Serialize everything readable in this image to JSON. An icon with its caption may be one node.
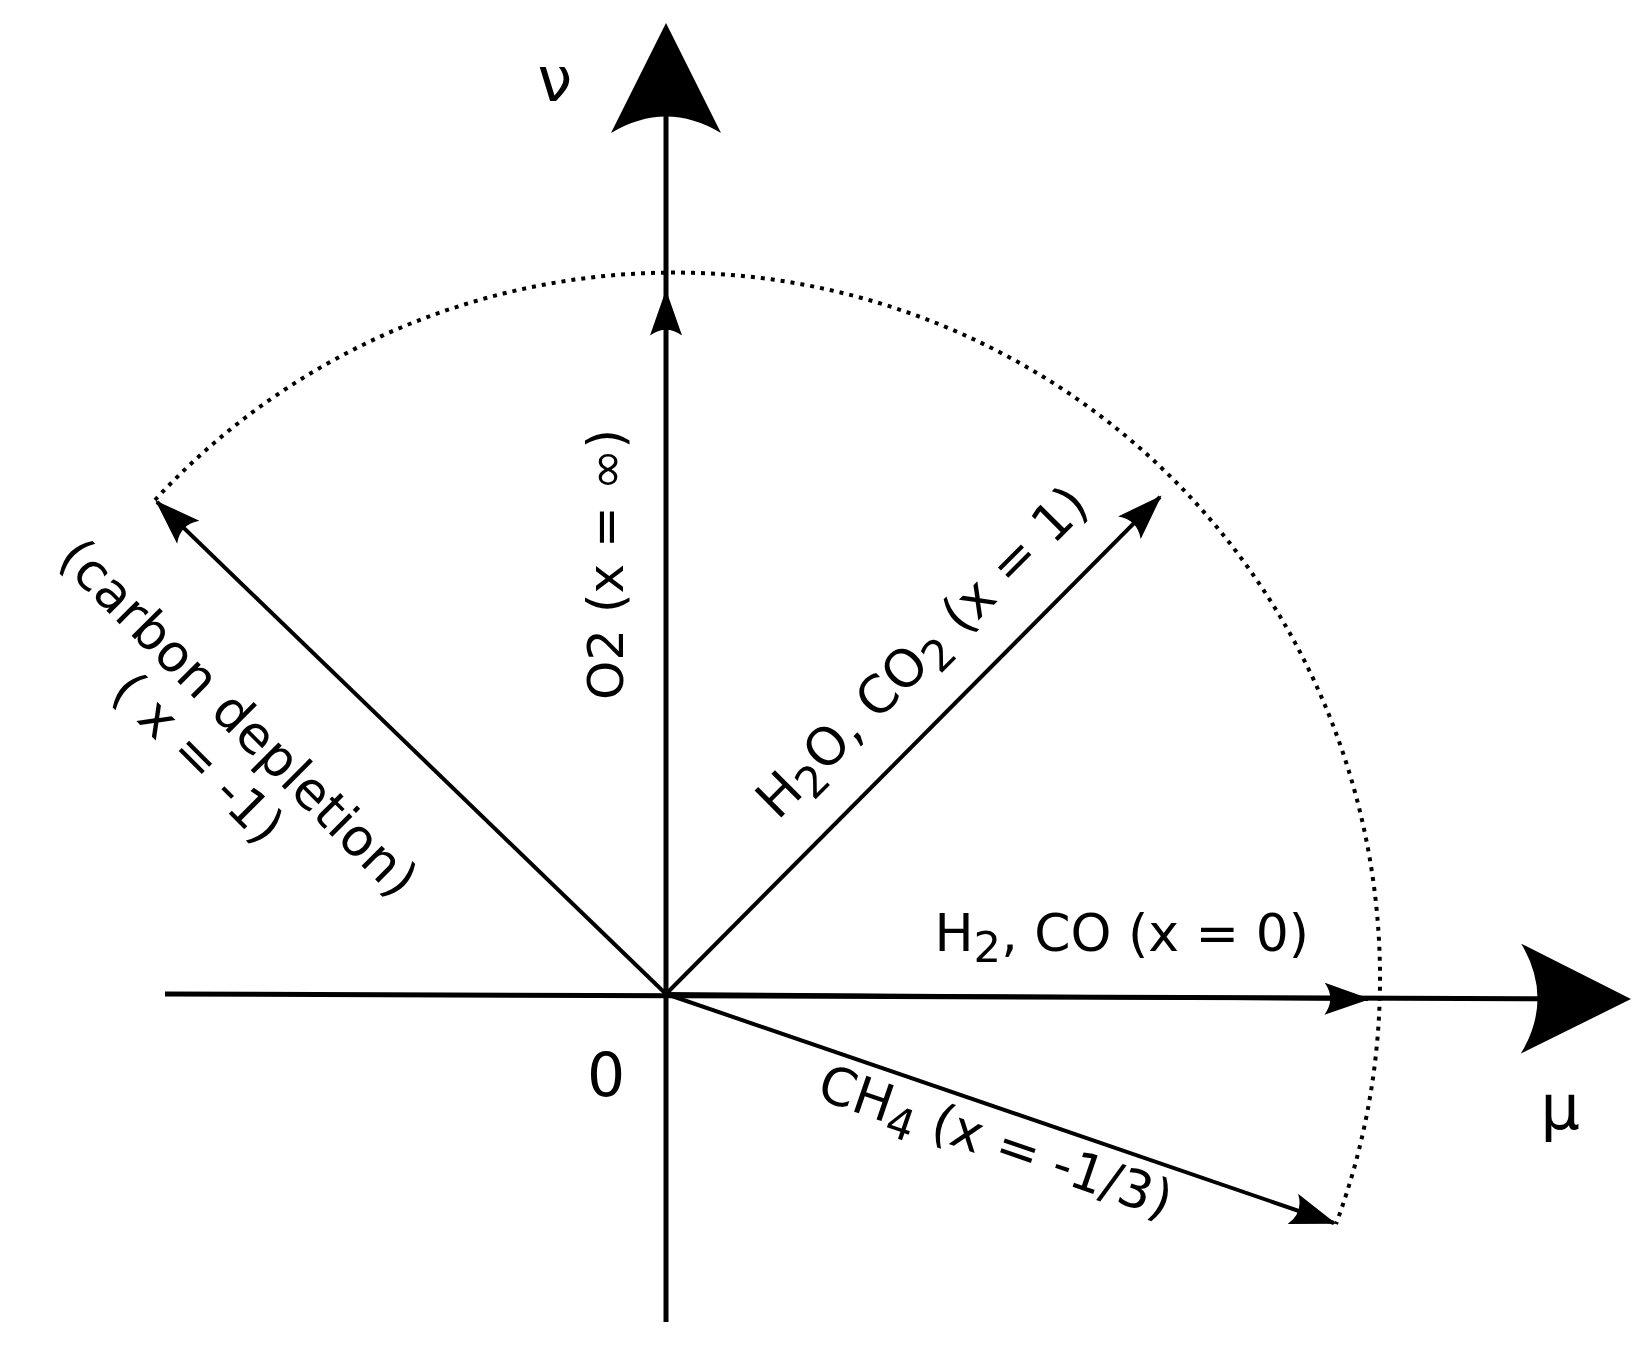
{
  "diagram": {
    "labels": [
      "ν",
      "O2 (x = ∞)",
      "(carbon depletion) ( x = -1)",
      "H$_{2}$O, CO$_{2}$ (x = 1)",
      "H$_{2}$, CO (x = 0)",
      "0",
      "CH$_{4}$ (x = -1/3)",
      "μ"
    ]
  }
}
